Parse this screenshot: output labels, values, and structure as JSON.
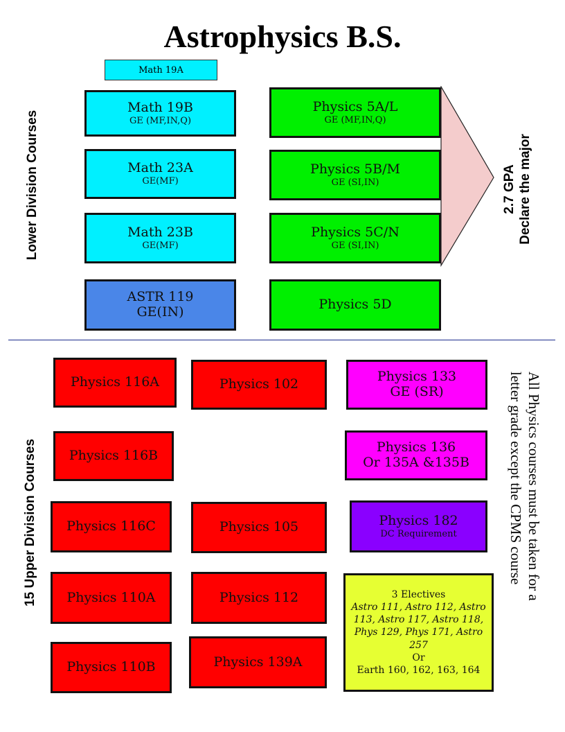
{
  "title": "Astrophysics B.S.",
  "lower_label": "Lower Division Courses",
  "upper_label": "15 Upper Division Courses",
  "gpa": {
    "line1": "2.7 GPA",
    "line2": "Declare the major"
  },
  "note": {
    "line1": "All Physics courses must be taken for a",
    "line2": "letter grade except the CPMS course"
  },
  "lower": {
    "math19a": "Math 19A",
    "math19b": {
      "name": "Math 19B",
      "ge": "GE (MF,IN,Q)"
    },
    "math23a": {
      "name": "Math 23A",
      "ge": "GE(MF)"
    },
    "math23b": {
      "name": "Math 23B",
      "ge": "GE(MF)"
    },
    "astr119": {
      "name": "ASTR 119",
      "ge": "GE(IN)"
    },
    "phys5a": {
      "name": "Physics 5A/L",
      "ge": "GE (MF,IN,Q)"
    },
    "phys5b": {
      "name": "Physics 5B/M",
      "ge": "GE (SI,IN)"
    },
    "phys5c": {
      "name": "Physics  5C/N",
      "ge": "GE (SI,IN)"
    },
    "phys5d": "Physics 5D"
  },
  "upper": {
    "p116a": "Physics  116A",
    "p102": "Physics 102",
    "p133": {
      "name": "Physics 133",
      "ge": "GE (SR)"
    },
    "p116b": "Physics  116B",
    "p136": {
      "name": "Physics 136",
      "alt": "Or 135A &135B"
    },
    "p116c": "Physics 116C",
    "p105": "Physics 105",
    "p182": {
      "name": "Physics 182",
      "req": "DC Requirement"
    },
    "p110a": "Physics 110A",
    "p112": "Physics 112",
    "p110b": "Physics 110B",
    "p139a": "Physics 139A",
    "electives": {
      "heading": "3 Electives",
      "list": "Astro 111, Astro 112, Astro 113, Astro 117, Astro 118, Phys 129, Phys 171, Astro 257",
      "or": "Or",
      "earth": "Earth 160, 162, 163, 164"
    }
  },
  "colors": {
    "math": "#00f0ff",
    "physics_lower": "#00f000",
    "astr": "#4a86e8",
    "physics_upper": "#ff0000",
    "ge_magenta": "#ff00ff",
    "dc_purple": "#8a00ff",
    "electives": "#e6ff33",
    "arrow": "#f4cccc",
    "divider": "#1a2b8c"
  }
}
